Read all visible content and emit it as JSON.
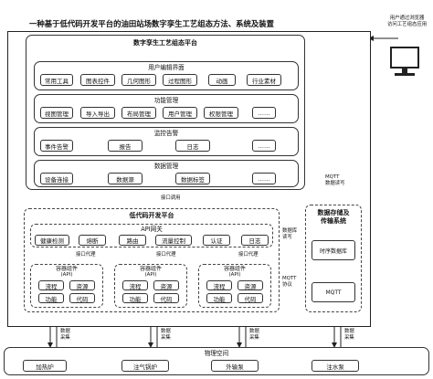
{
  "title": "一种基于低代码开发平台的油田站场数字孪生工艺组态方法、系统及装置",
  "user": {
    "label_line1": "用户通过浏览器",
    "label_line2": "访问工艺组态应用"
  },
  "twin_platform": {
    "title": "数字孪生工艺组态平台",
    "editor": {
      "title": "用户编辑界面",
      "items": [
        "常用工具",
        "图表控件",
        "几何图形",
        "过程图形",
        "动画",
        "行业素材"
      ]
    },
    "function_mgmt": {
      "title": "功能管理",
      "items": [
        "视图管理",
        "导入导出",
        "布局管理",
        "用户管理",
        "权限管理",
        "……"
      ]
    },
    "monitor": {
      "title": "监控告警",
      "items": [
        "事件告警",
        "报告",
        "日志",
        "……"
      ]
    },
    "data_mgmt": {
      "title": "数据管理",
      "items": [
        "设备连接",
        "数据源",
        "数据标签",
        "……"
      ]
    }
  },
  "interface_call": "接口调用",
  "lowcode_platform": {
    "title": "低代码开发平台",
    "api_gateway": {
      "title": "API网关",
      "items": [
        "健康检测",
        "熔断",
        "路由",
        "流量控制",
        "认证",
        "日志"
      ]
    },
    "api_proxy": "接口代理",
    "containers": [
      {
        "title_line1": "容器组件",
        "title_line2": "(API)",
        "items": [
          "流程",
          "资源",
          "功能",
          "代码"
        ]
      },
      {
        "title_line1": "容器组件",
        "title_line2": "(API)",
        "items": [
          "流程",
          "资源",
          "功能",
          "代码"
        ]
      },
      {
        "title_line1": "容器组件",
        "title_line2": "(API)",
        "items": [
          "流程",
          "资源",
          "功能",
          "代码"
        ]
      }
    ]
  },
  "storage": {
    "title_line1": "数据存储及",
    "title_line2": "传输系统",
    "tsdb": "时序数据库",
    "mqtt": "MQTT"
  },
  "labels": {
    "mqtt_rw_line1": "MQTT",
    "mqtt_rw_line2": "数据读写",
    "data_read_line1": "数据库",
    "data_read_line2": "读写",
    "mqtt_proto_line1": "MQTT",
    "mqtt_proto_line2": "协议",
    "data_collect_line1": "数据",
    "data_collect_line2": "采集"
  },
  "physical": {
    "title": "物理空间",
    "items": [
      "加热炉",
      "注气锅炉",
      "外输泵",
      "注水泵"
    ]
  }
}
